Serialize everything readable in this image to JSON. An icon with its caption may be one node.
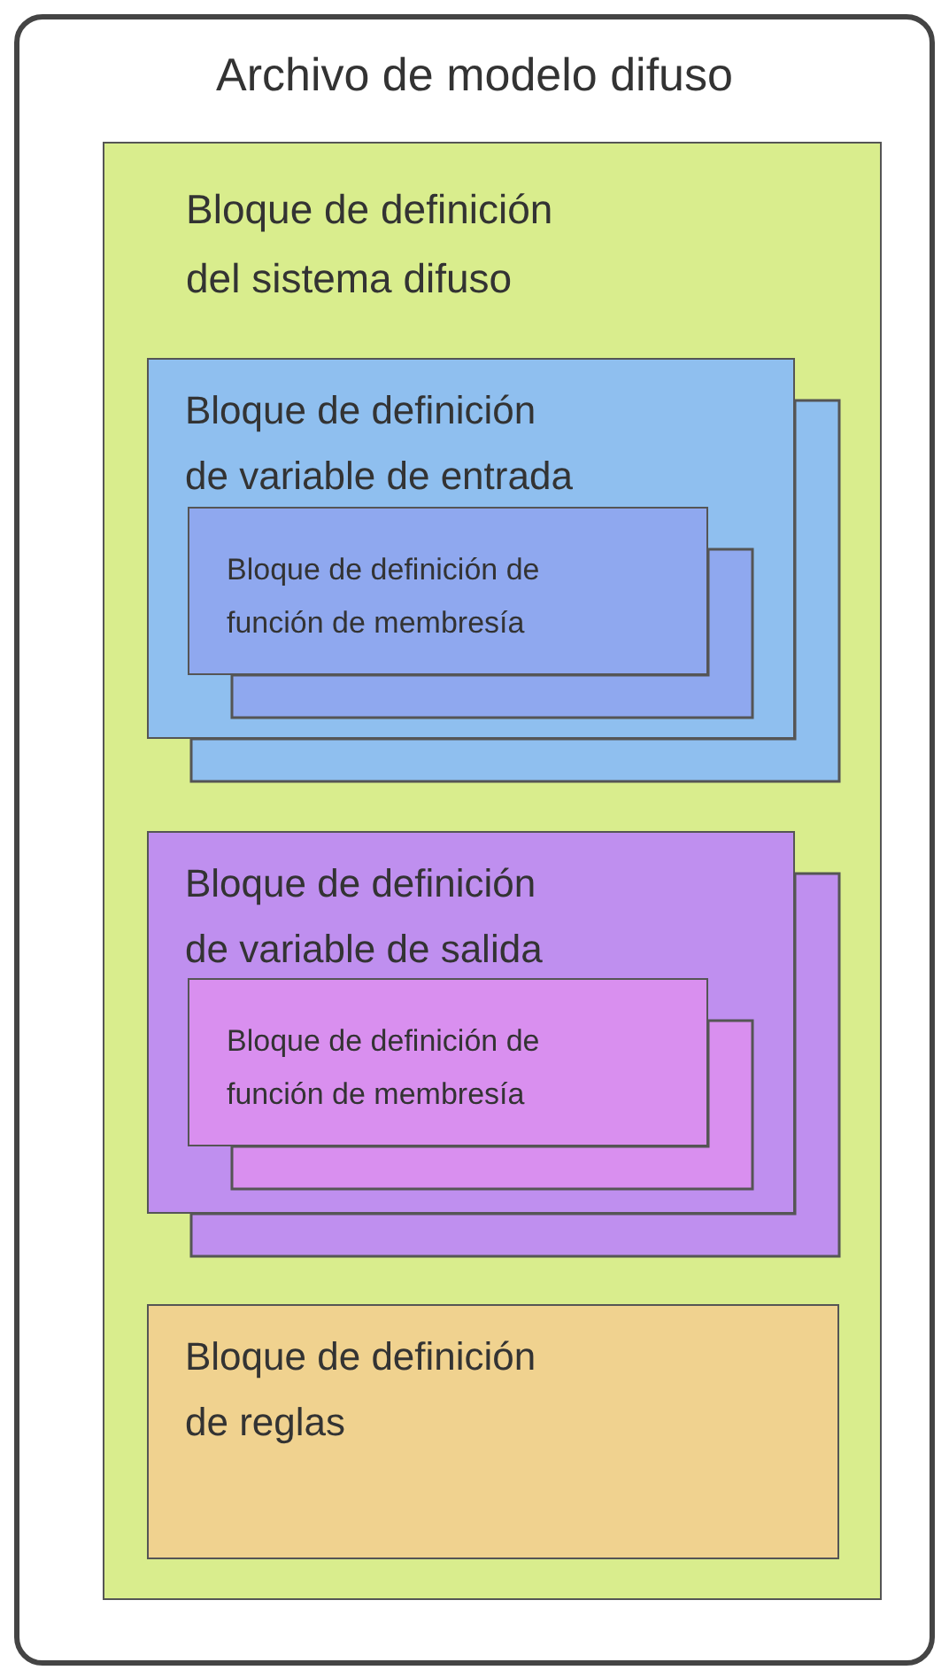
{
  "diagram": {
    "nodes": [
      {
        "text": [
          "Archivo de modelo difuso"
        ]
      },
      {
        "text": [
          "Bloque de definición del sistema difuso"
        ],
        "in": 0
      },
      {
        "text": [
          "Bloque de definición de variable de entrada"
        ],
        "in": 1
      },
      {
        "text": [
          "Bloque de definición de función de membresía"
        ],
        "in": 2
      },
      {
        "text": [
          "Bloque de definición de variable de salida"
        ],
        "in": 1
      },
      {
        "text": [
          "Bloque de definición de función de membresía"
        ],
        "in": 4
      },
      {
        "text": [
          "Bloque de definición de reglas"
        ],
        "in": 1
      }
    ]
  }
}
